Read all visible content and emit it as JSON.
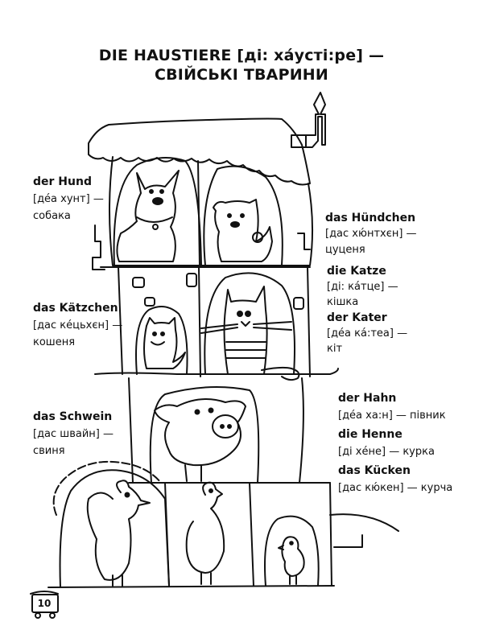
{
  "title": {
    "line1": "DIE HAUSTIERE [ді: ха́усті:ре] —",
    "line2": "СВІЙСЬКІ ТВАРИНИ"
  },
  "entries": [
    {
      "word": "der Hund",
      "transcription": "[де́а хунт] —",
      "translation": "собака"
    },
    {
      "word": "das Hündchen",
      "transcription": "[дас хю́нтхєн] —",
      "translation": "цуценя"
    },
    {
      "word": "die Katze",
      "transcription": "[ді: ка́тце] —",
      "translation": "кішка"
    },
    {
      "word": "der Kater",
      "transcription": "[де́а ка́:теа] —",
      "translation": "кіт"
    },
    {
      "word": "das Kätzchen",
      "transcription": "[дас ке́цьхєн] —",
      "translation": "кошеня"
    },
    {
      "word": "das Schwein",
      "transcription": "[дас швайн] —",
      "translation": "свиня"
    },
    {
      "word": "der Hahn",
      "transcription": "[де́а ха:н] — півник",
      "translation": ""
    },
    {
      "word": "die Henne",
      "transcription": "[ді хе́не] — курка",
      "translation": ""
    },
    {
      "word": "das Kücken",
      "transcription": "[дас кю́кен] — курча",
      "translation": ""
    }
  ],
  "illustration": {
    "animals": [
      "dog",
      "puppy",
      "kitten",
      "cat",
      "pig",
      "rooster",
      "hen",
      "chick"
    ]
  },
  "page": {
    "number": "10"
  }
}
